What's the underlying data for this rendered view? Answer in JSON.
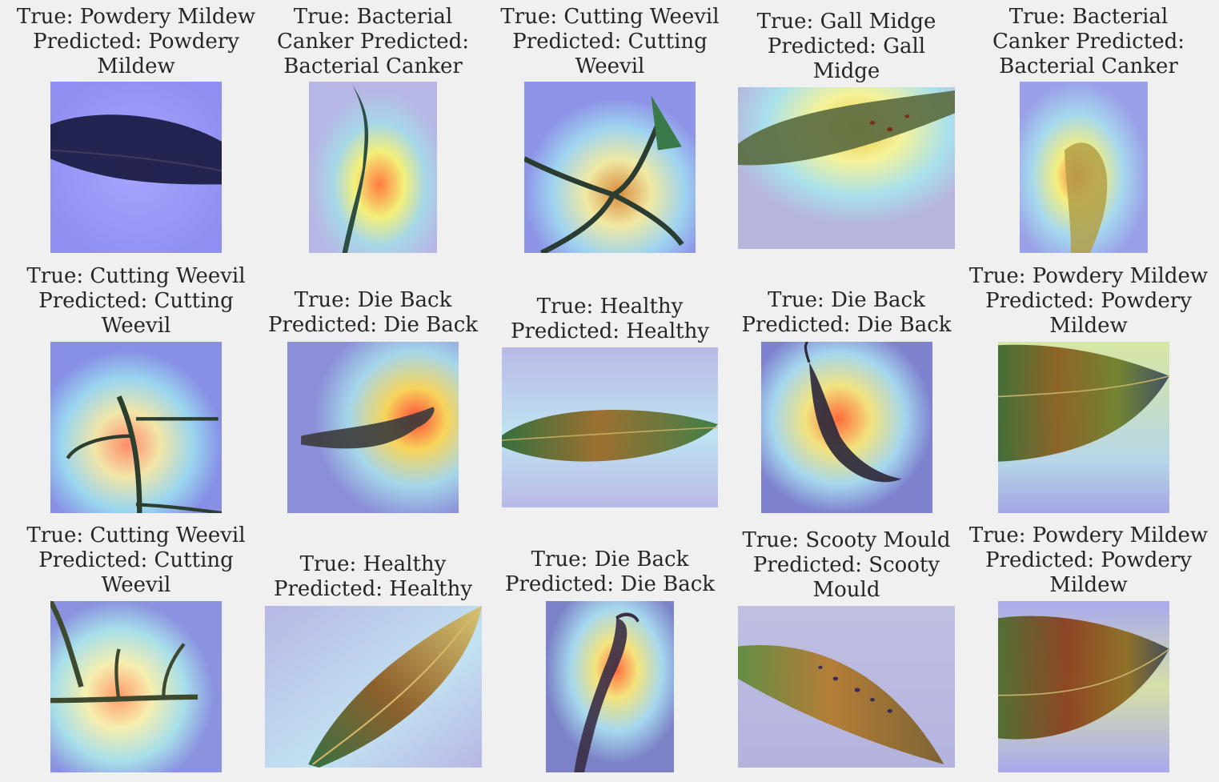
{
  "panels": [
    {
      "title": "True: Powdery Mildew\nPredicted: Powdery\nMildew"
    },
    {
      "title": "True: Bacterial\nCanker Predicted:\nBacterial Canker"
    },
    {
      "title": "True: Cutting Weevil\nPredicted: Cutting\nWeevil"
    },
    {
      "title": "True: Gall Midge\nPredicted: Gall\nMidge"
    },
    {
      "title": "True: Bacterial\nCanker Predicted:\nBacterial Canker"
    },
    {
      "title": "True: Cutting Weevil\nPredicted: Cutting\nWeevil"
    },
    {
      "title": "True: Die Back\nPredicted: Die Back"
    },
    {
      "title": "True: Healthy\nPredicted: Healthy"
    },
    {
      "title": "True: Die Back\nPredicted: Die Back"
    },
    {
      "title": "True: Powdery Mildew\nPredicted: Powdery\nMildew"
    },
    {
      "title": "True: Cutting Weevil\nPredicted: Cutting\nWeevil"
    },
    {
      "title": "True: Healthy\nPredicted: Healthy"
    },
    {
      "title": "True: Die Back\nPredicted: Die Back"
    },
    {
      "title": "True: Scooty Mould\nPredicted: Scooty\nMould"
    },
    {
      "title": "True: Powdery Mildew\nPredicted: Powdery\nMildew"
    }
  ]
}
